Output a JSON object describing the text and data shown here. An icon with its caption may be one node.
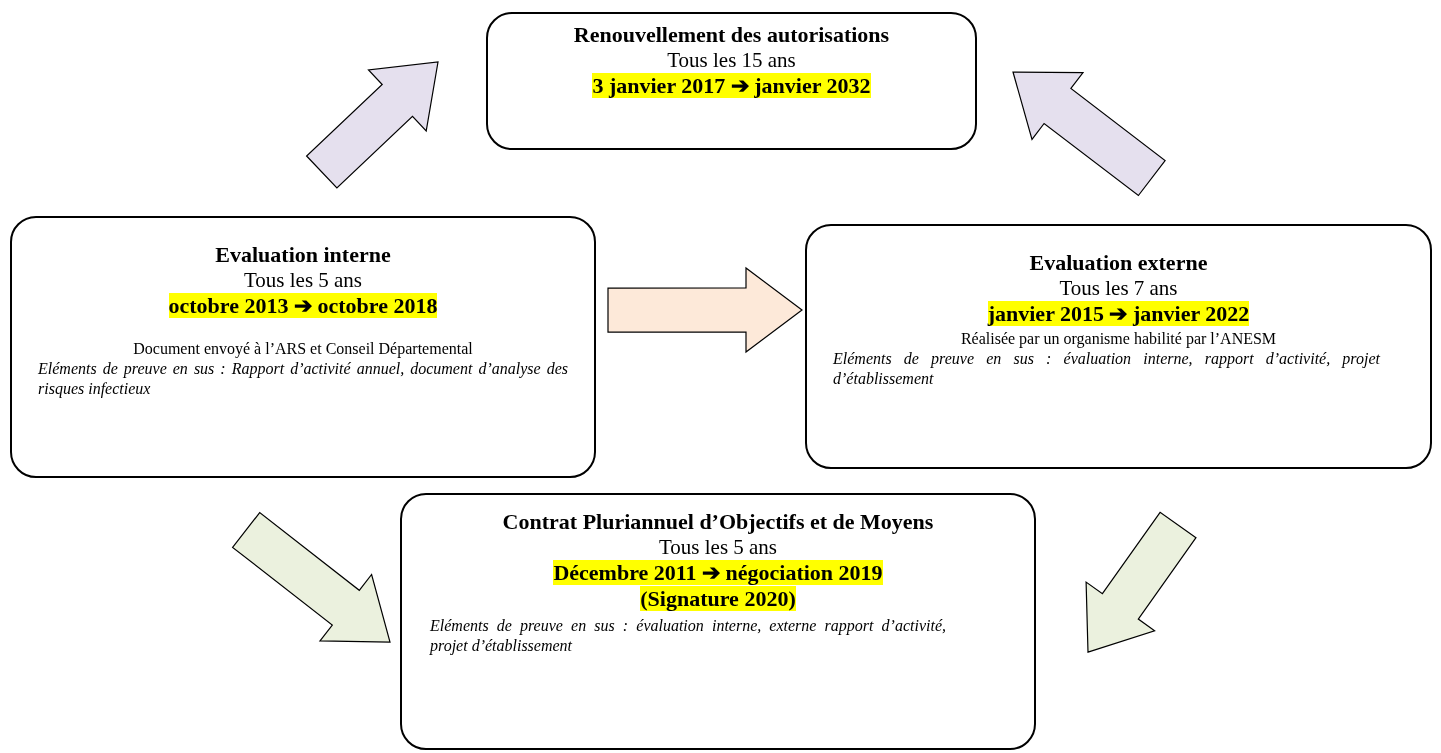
{
  "diagram": {
    "nodes": [
      {
        "text": [
          "Renouvellement des autorisations",
          "Tous les 15 ans",
          "3 janvier 2017 ➔ janvier 2032"
        ]
      },
      {
        "text": [
          "Evaluation interne",
          "Tous les 5 ans",
          "octobre 2013 ➔ octobre 2018",
          "Document envoyé à l’ARS et Conseil Départemental",
          "Eléments de preuve en sus : Rapport d’activité annuel, document d’analyse des risques infectieux"
        ]
      },
      {
        "text": [
          "Evaluation externe",
          "Tous les 7 ans",
          "janvier 2015 ➔ janvier 2022",
          "Réalisée par un organisme habilité par l’ANESM",
          "Eléments de preuve en sus : évaluation  interne, rapport d’activité, projet d’établissement"
        ]
      },
      {
        "text": [
          "Contrat Pluriannuel d’Objectifs et de Moyens",
          "Tous les 5 ans",
          "Décembre 2011 ➔ négociation 2019",
          "(Signature 2020)",
          "Eléments de preuve en sus : évaluation  interne, externe rapport d’activité, projet d’établissement"
        ]
      }
    ],
    "edges": [
      {
        "from": 1,
        "to": 0,
        "arrow": "to",
        "color": "#e5e0ee"
      },
      {
        "from": 2,
        "to": 0,
        "arrow": "to",
        "color": "#e5e0ee"
      },
      {
        "from": 1,
        "to": 2,
        "arrow": "to",
        "color": "#fde9d9"
      },
      {
        "from": 1,
        "to": 3,
        "arrow": "to",
        "color": "#ebf1de"
      },
      {
        "from": 2,
        "to": 3,
        "arrow": "to",
        "color": "#ebf1de"
      }
    ]
  }
}
